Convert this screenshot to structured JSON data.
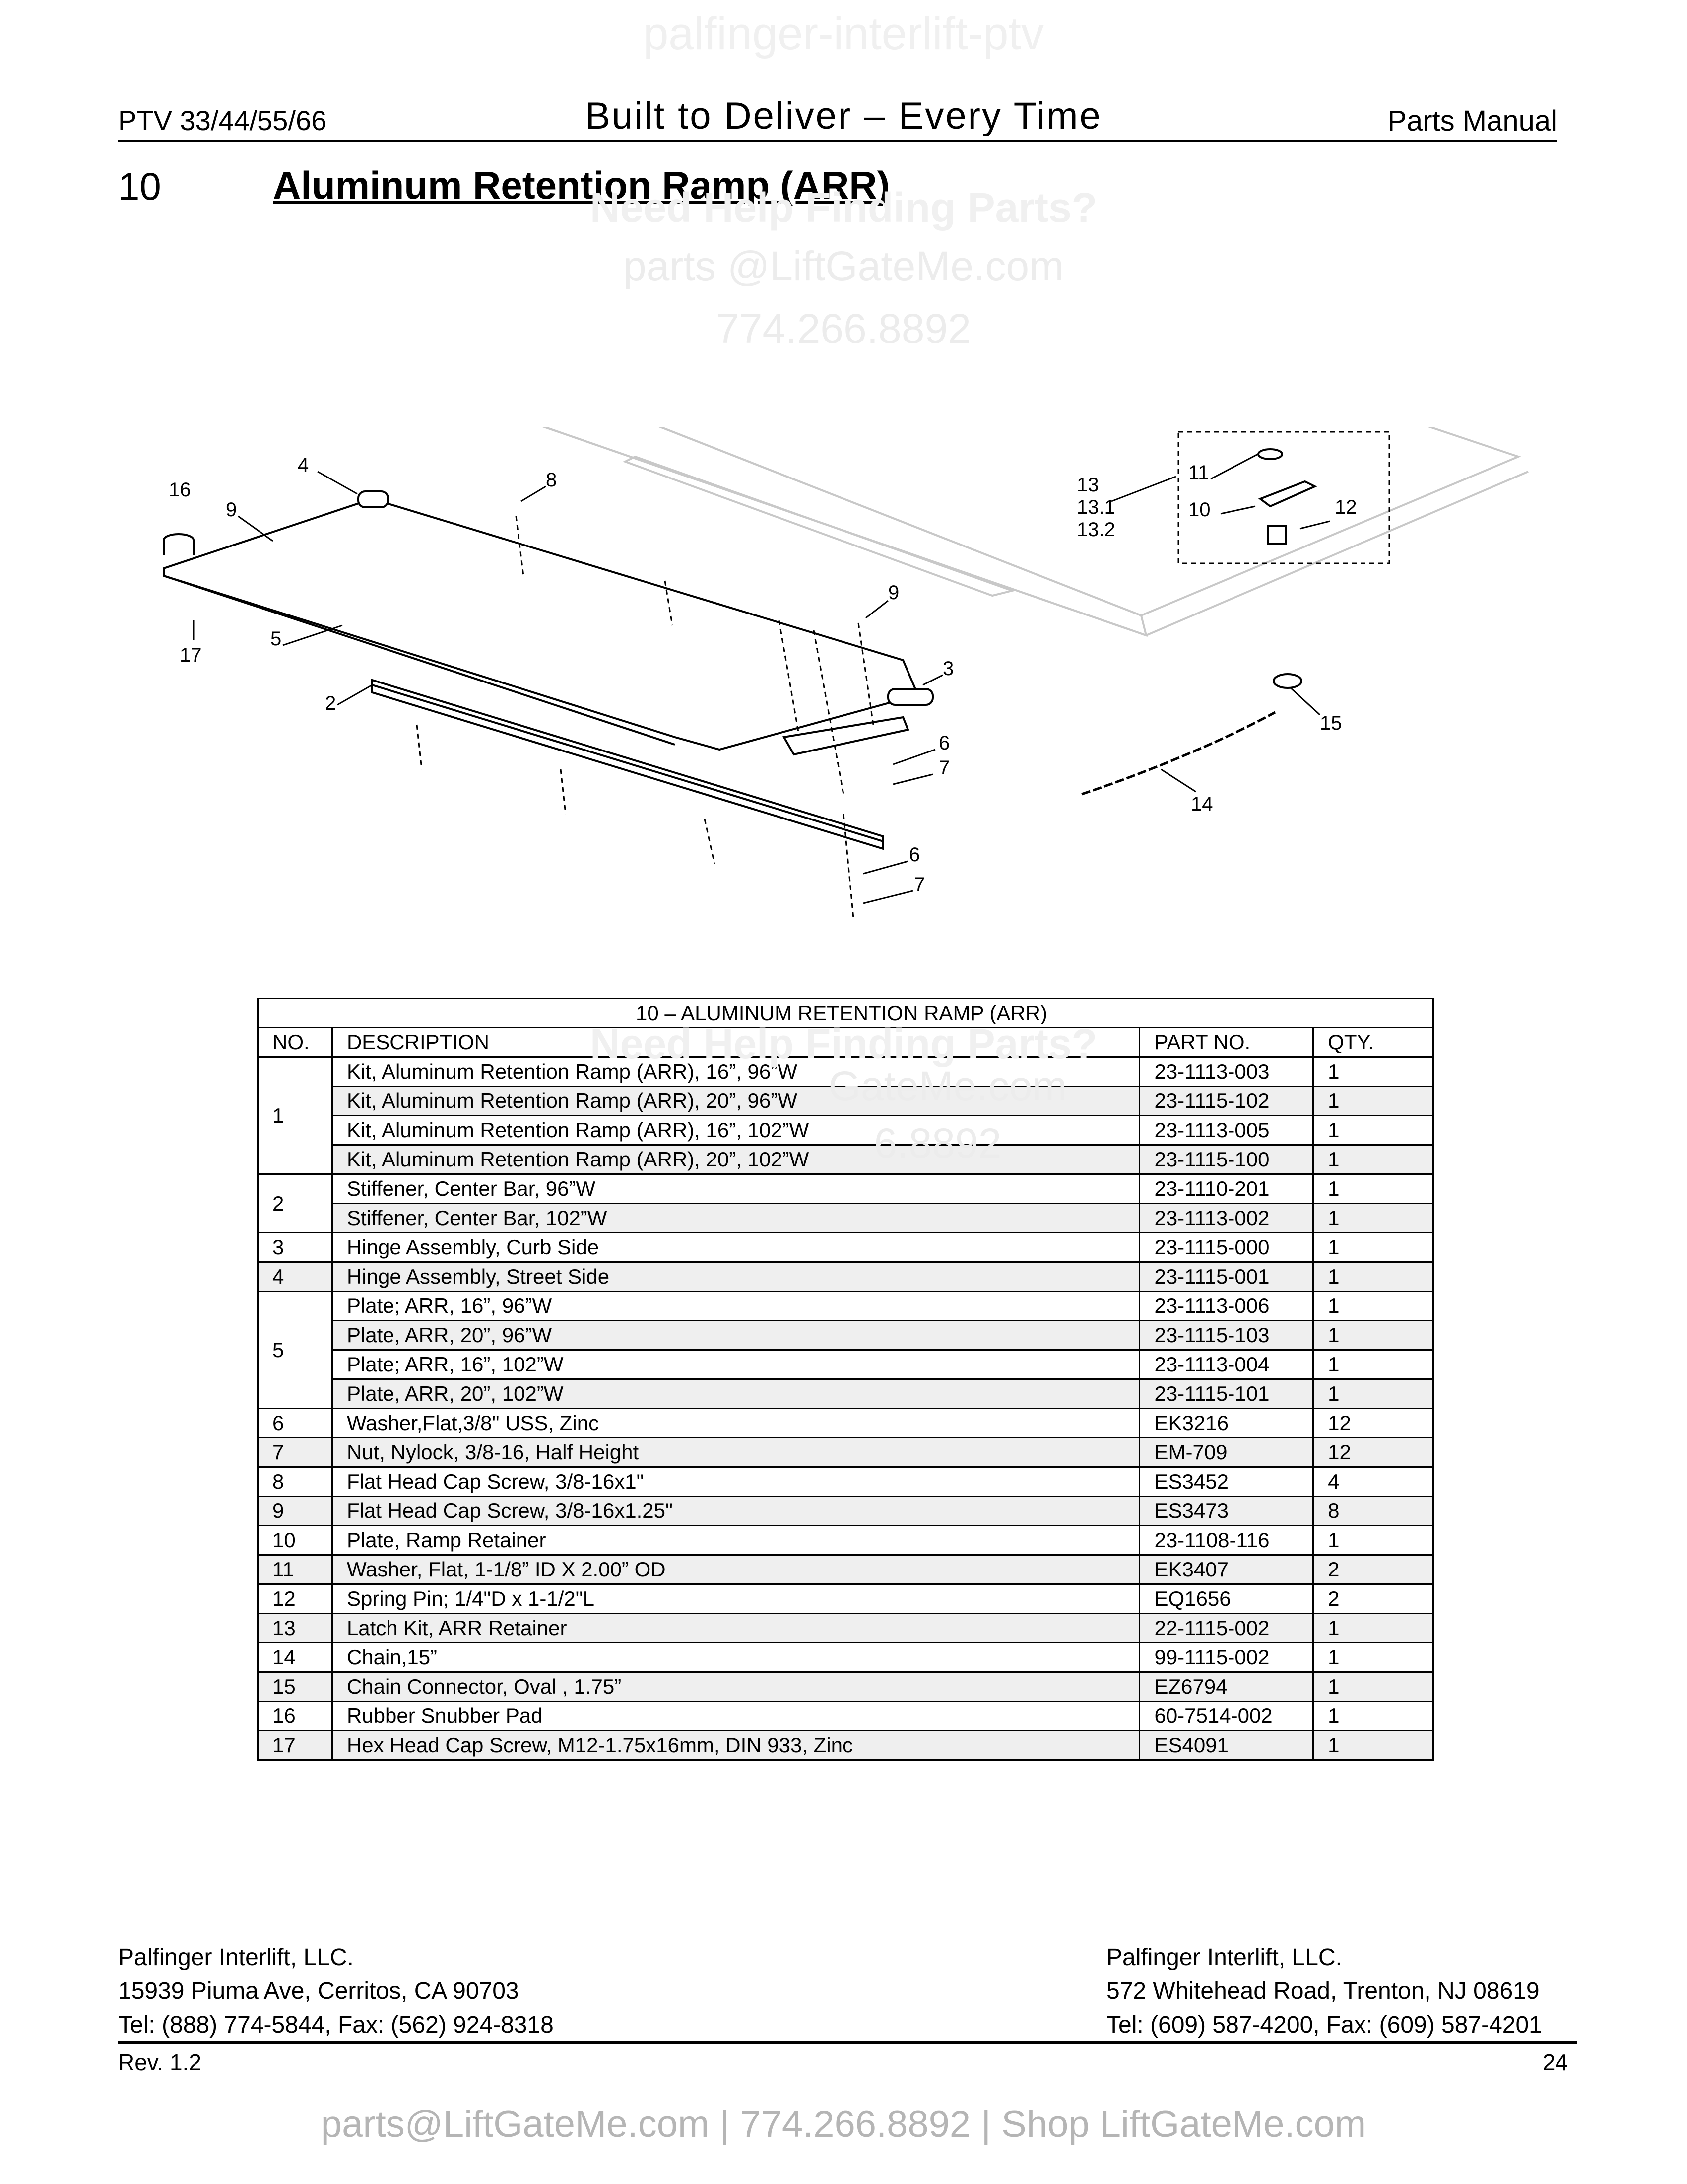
{
  "watermark": {
    "top": "palfinger-interlift-ptv",
    "help": "Need Help Finding Parts?",
    "email": "parts @LiftGateMe.com",
    "phone": "774.266.8892",
    "email_table": "GateMe.com",
    "phone_table": "6.8892"
  },
  "header": {
    "left": "PTV 33/44/55/66",
    "center": "Built to Deliver – Every Time",
    "right": "Parts Manual"
  },
  "section": {
    "number": "10",
    "title": "Aluminum Retention Ramp (ARR)"
  },
  "diagram": {
    "callouts": [
      "16",
      "4",
      "9",
      "8",
      "17",
      "5",
      "2",
      "9",
      "3",
      "6",
      "7",
      "6",
      "7",
      "13",
      "13.1",
      "13.2",
      "11",
      "10",
      "12",
      "15",
      "14"
    ]
  },
  "table": {
    "caption": "10 – ALUMINUM RETENTION RAMP (ARR)",
    "headers": [
      "NO.",
      "DESCRIPTION",
      "PART NO.",
      "QTY."
    ],
    "groups": [
      {
        "no": "1",
        "rows": [
          {
            "desc": "Kit, Aluminum Retention Ramp (ARR), 16”, 96”W",
            "part": "23-1113-003",
            "qty": "1"
          },
          {
            "desc": "Kit, Aluminum Retention Ramp (ARR), 20”, 96”W",
            "part": "23-1115-102",
            "qty": "1"
          },
          {
            "desc": "Kit, Aluminum Retention Ramp (ARR), 16”, 102”W",
            "part": "23-1113-005",
            "qty": "1"
          },
          {
            "desc": "Kit, Aluminum Retention Ramp (ARR), 20”, 102”W",
            "part": "23-1115-100",
            "qty": "1"
          }
        ]
      },
      {
        "no": "2",
        "rows": [
          {
            "desc": "Stiffener, Center Bar, 96”W",
            "part": "23-1110-201",
            "qty": "1"
          },
          {
            "desc": "Stiffener, Center Bar, 102”W",
            "part": "23-1113-002",
            "qty": "1"
          }
        ]
      },
      {
        "no": "3",
        "rows": [
          {
            "desc": "Hinge Assembly, Curb Side",
            "part": "23-1115-000",
            "qty": "1"
          }
        ]
      },
      {
        "no": "4",
        "rows": [
          {
            "desc": "Hinge Assembly, Street Side",
            "part": "23-1115-001",
            "qty": "1"
          }
        ]
      },
      {
        "no": "5",
        "rows": [
          {
            "desc": "Plate; ARR, 16”, 96”W",
            "part": "23-1113-006",
            "qty": "1"
          },
          {
            "desc": "Plate, ARR,  20”, 96”W",
            "part": "23-1115-103",
            "qty": "1"
          },
          {
            "desc": "Plate; ARR, 16”, 102”W",
            "part": "23-1113-004",
            "qty": "1"
          },
          {
            "desc": "Plate, ARR,  20”, 102”W",
            "part": "23-1115-101",
            "qty": "1"
          }
        ]
      },
      {
        "no": "6",
        "rows": [
          {
            "desc": "Washer,Flat,3/8\" USS, Zinc",
            "part": "EK3216",
            "qty": "12"
          }
        ]
      },
      {
        "no": "7",
        "rows": [
          {
            "desc": "Nut, Nylock, 3/8-16, Half Height",
            "part": "EM-709",
            "qty": "12"
          }
        ]
      },
      {
        "no": "8",
        "rows": [
          {
            "desc": "Flat Head Cap Screw, 3/8-16x1\"",
            "part": "ES3452",
            "qty": "4"
          }
        ]
      },
      {
        "no": "9",
        "rows": [
          {
            "desc": "Flat Head Cap Screw, 3/8-16x1.25\"",
            "part": "ES3473",
            "qty": "8"
          }
        ]
      },
      {
        "no": "10",
        "rows": [
          {
            "desc": "Plate, Ramp Retainer",
            "part": "23-1108-116",
            "qty": "1"
          }
        ]
      },
      {
        "no": "11",
        "rows": [
          {
            "desc": "Washer, Flat, 1-1/8” ID X 2.00” OD",
            "part": "EK3407",
            "qty": "2"
          }
        ]
      },
      {
        "no": "12",
        "rows": [
          {
            "desc": "Spring Pin; 1/4\"D x 1-1/2\"L",
            "part": "EQ1656",
            "qty": "2"
          }
        ]
      },
      {
        "no": "13",
        "rows": [
          {
            "desc": "Latch Kit, ARR Retainer",
            "part": "22-1115-002",
            "qty": "1"
          }
        ]
      },
      {
        "no": "14",
        "rows": [
          {
            "desc": "Chain,15”",
            "part": "99-1115-002",
            "qty": "1"
          }
        ]
      },
      {
        "no": "15",
        "rows": [
          {
            "desc": "Chain Connector, Oval , 1.75”",
            "part": "EZ6794",
            "qty": "1"
          }
        ]
      },
      {
        "no": "16",
        "rows": [
          {
            "desc": "Rubber Snubber Pad",
            "part": "60-7514-002",
            "qty": "1"
          }
        ]
      },
      {
        "no": "17",
        "rows": [
          {
            "desc": "Hex Head Cap Screw, M12-1.75x16mm, DIN 933, Zinc",
            "part": "ES4091",
            "qty": "1"
          }
        ]
      }
    ]
  },
  "footer": {
    "left": [
      "Palfinger Interlift, LLC.",
      "15939 Piuma Ave, Cerritos, CA 90703",
      "Tel: (888) 774-5844, Fax: (562) 924-8318"
    ],
    "right": [
      "Palfinger Interlift, LLC.",
      "572 Whitehead Road, Trenton, NJ 08619",
      "Tel: (609) 587-4200, Fax: (609) 587-4201"
    ],
    "rev": "Rev. 1.2",
    "page": "24"
  },
  "promo": "parts@LiftGateMe.com | 774.266.8892 | Shop LiftGateMe.com"
}
